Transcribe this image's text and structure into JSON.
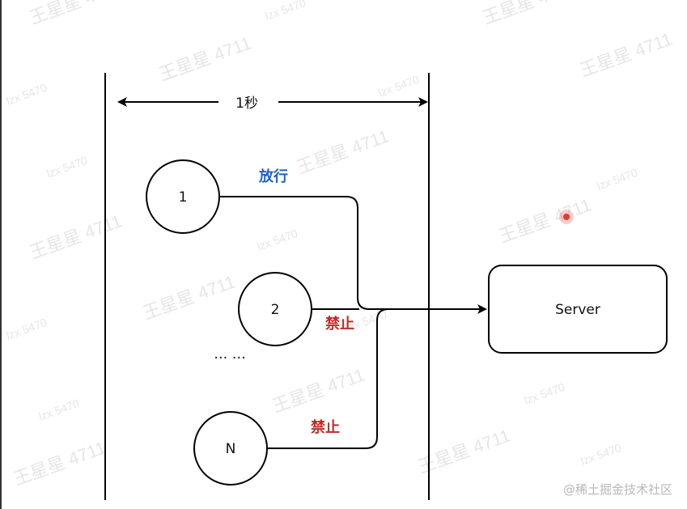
{
  "diagram": {
    "duration_label": "1秒",
    "clients": [
      {
        "label": "1"
      },
      {
        "label": "2"
      },
      {
        "label": "N"
      }
    ],
    "ellipsis": "… …",
    "edges": [
      {
        "label": "放行",
        "color": "#1f63c6"
      },
      {
        "label": "禁止",
        "color": "#c62828"
      },
      {
        "label": "禁止",
        "color": "#c62828"
      }
    ],
    "server_label": "Server",
    "pointer_color": "#e53935"
  },
  "watermark": {
    "texts": [
      "王星星 4711",
      "lzx 5470",
      "王星星 4711",
      "lzx 5470"
    ]
  },
  "footer": {
    "text": "@稀土掘金技术社区"
  }
}
